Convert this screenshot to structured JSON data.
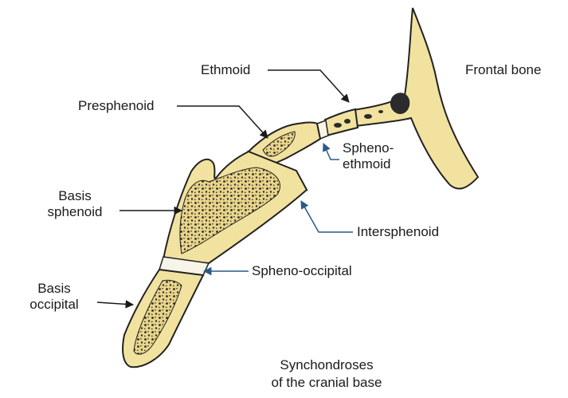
{
  "labels": {
    "ethmoid": "Ethmoid",
    "frontal_bone": "Frontal bone",
    "presphenoid": "Presphenoid",
    "spheno_ethmoid_1": "Spheno-",
    "spheno_ethmoid_2": "ethmoid",
    "basis_sphenoid_1": "Basis",
    "basis_sphenoid_2": "sphenoid",
    "intersphenoid": "Intersphenoid",
    "spheno_occipital": "Spheno-occipital",
    "basis_occipital_1": "Basis",
    "basis_occipital_2": "occipital",
    "caption_1": "Synchondroses",
    "caption_2": "of the cranial base"
  },
  "colors": {
    "bone": "#f2e2a0",
    "outline": "#222222",
    "cartilage": "#f7f4e8",
    "arrow_black": "#1a1a1a",
    "arrow_blue": "#2a5a8a"
  }
}
